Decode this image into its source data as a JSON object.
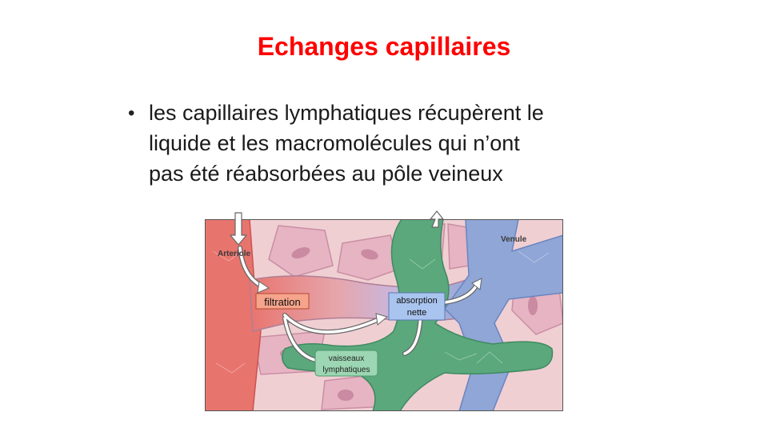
{
  "slide": {
    "title": "Echanges capillaires",
    "bullet": {
      "lines": [
        "les capillaires lymphatiques récupèrent le",
        "liquide et les macromolécules qui n’ont",
        "pas été réabsorbées au pôle veineux"
      ]
    }
  },
  "figure": {
    "labels": {
      "arteriole": "Arteriole",
      "venule": "Venule",
      "filtration": "filtration",
      "absorption_line1": "absorption",
      "absorption_line2": "nette",
      "lymph_line1": "vaisseaux",
      "lymph_line2": "lymphatiques"
    },
    "colors": {
      "arterial": "#e8746e",
      "venous": "#8fa6d6",
      "lymphatic": "#5aa87c",
      "tissue": "#f0cfd3",
      "cell": "#e6b4c2",
      "filtration_label_bg": "#f7a48c",
      "absorption_label_bg": "#a9c4ee",
      "lymph_label_bg": "#9cd6b2"
    }
  }
}
